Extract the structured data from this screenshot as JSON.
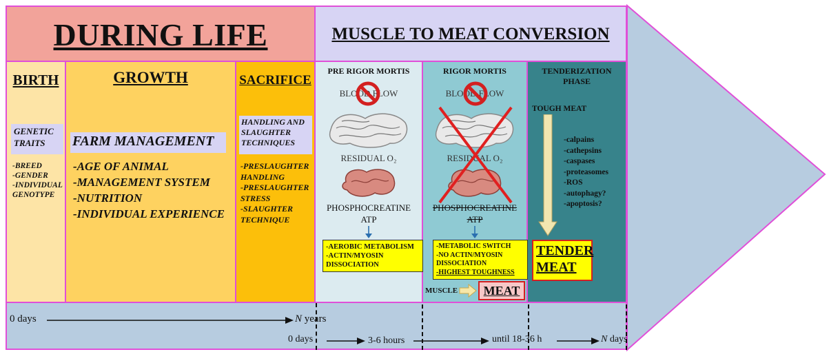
{
  "header": {
    "during_life": "DURING LIFE",
    "muscle_to_meat": "MUSCLE TO MEAT CONVERSION"
  },
  "birth": {
    "title": "BIRTH",
    "box_label": "GENETIC TRAITS",
    "items": [
      "-BREED",
      "-GENDER",
      "-INDIVIDUAL",
      "GENOTYPE"
    ]
  },
  "growth": {
    "title": "GROWTH",
    "box_label": "FARM MANAGEMENT",
    "items": [
      "-AGE OF ANIMAL",
      "-MANAGEMENT SYSTEM",
      "-NUTRITION",
      "-INDIVIDUAL EXPERIENCE"
    ]
  },
  "sacrifice": {
    "title": "SACRIFICE",
    "box_label": "HANDLING AND SLAUGHTER TECHNIQUES",
    "items": [
      "-PRESLAUGHTER",
      "HANDLING",
      "-PRESLAUGHTER",
      "STRESS",
      "-SLAUGHTER",
      "TECHNIQUE"
    ]
  },
  "pre_rigor": {
    "title": "PRE RIGOR MORTIS",
    "blood_flow": "BLOOD FLOW",
    "residual": "RESIDUAL O₂",
    "phospho": "PHOSPHOCREATINE",
    "atp": "ATP",
    "box_lines": [
      "-AEROBIC METABOLISM",
      "-ACTIN/MYOSIN",
      "DISSOCIATION"
    ]
  },
  "rigor": {
    "title": "RIGOR MORTIS",
    "blood_flow": "BLOOD FLOW",
    "residual": "RESIDUAL O₂",
    "phospho": "PHOSPHOCREATINE",
    "atp": "ATP",
    "box_lines": [
      "-METABOLIC SWITCH",
      "-NO ACTIN/MYOSIN",
      "DISSOCIATION",
      "-HIGHEST TOUGHNESS"
    ],
    "muscle": "MUSCLE",
    "meat": "MEAT"
  },
  "tenderization": {
    "title_line1": "TENDERIZATION",
    "title_line2": "PHASE",
    "tough": "TOUGH MEAT",
    "items": [
      "-calpains",
      "-cathepsins",
      "-caspases",
      "-proteasomes",
      "-ROS",
      "-autophagy?",
      "-apoptosis?"
    ],
    "tender_line1": "TENDER",
    "tender_line2": "MEAT"
  },
  "timeline": {
    "start": "0 days",
    "n": "N",
    "years": "years",
    "t0": "0 days",
    "t1": "3-6 hours",
    "t2": "until 18-36 h",
    "t3n": "N",
    "t3": "days"
  },
  "colors": {
    "border": "#e04fd8",
    "birth": "#fde4a6",
    "growth": "#fed260",
    "sacrifice": "#fcbf0a",
    "pre_rigor": "#dcebf0",
    "rigor": "#8fcad3",
    "tenderization": "#37838b",
    "arrow": "#b7cce0",
    "yellow_box": "#ffff00"
  }
}
